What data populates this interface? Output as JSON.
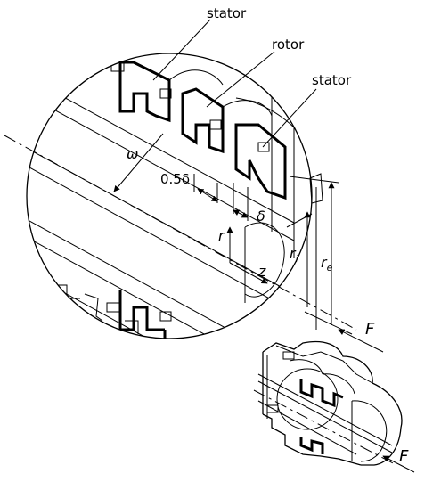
{
  "labels": {
    "stator_top": "stator",
    "rotor": "rotor",
    "stator_right": "stator",
    "omega": "ω",
    "half_delta": "0.5δ",
    "delta": "δ",
    "r": "r",
    "z": "z",
    "ri": "r",
    "ri_sub": "i",
    "re": "r",
    "re_sub": "e",
    "force_main": "F",
    "force_small": "F"
  }
}
